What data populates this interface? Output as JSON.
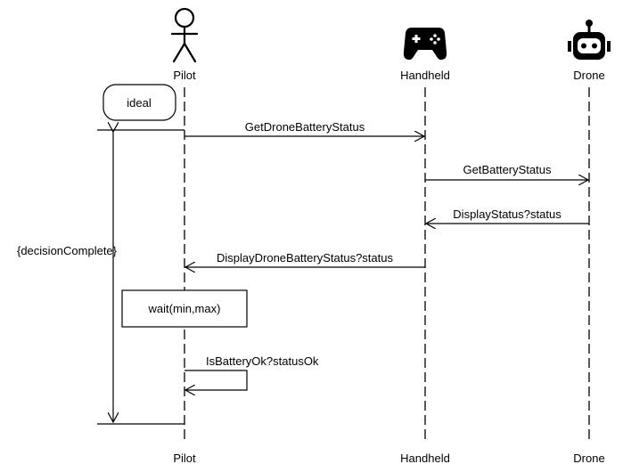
{
  "participants": [
    {
      "id": "pilot",
      "name": "Pilot",
      "icon": "stick-figure-icon"
    },
    {
      "id": "handheld",
      "name": "Handheld",
      "icon": "gamepad-icon"
    },
    {
      "id": "drone",
      "name": "Drone",
      "icon": "robot-icon"
    }
  ],
  "state": {
    "label": "ideal"
  },
  "constraint": {
    "label": "{decisionComplete}"
  },
  "messages": [
    {
      "label": "GetDroneBatteryStatus",
      "from": "pilot",
      "to": "handheld"
    },
    {
      "label": "GetBatteryStatus",
      "from": "handheld",
      "to": "drone"
    },
    {
      "label": "DisplayStatus?status",
      "from": "drone",
      "to": "handheld"
    },
    {
      "label": "DisplayDroneBatteryStatus?status",
      "from": "handheld",
      "to": "pilot"
    },
    {
      "label": "IsBatteryOk?statusOk",
      "from": "pilot",
      "to": "pilot"
    }
  ],
  "action": {
    "label": "wait(min,max)"
  }
}
